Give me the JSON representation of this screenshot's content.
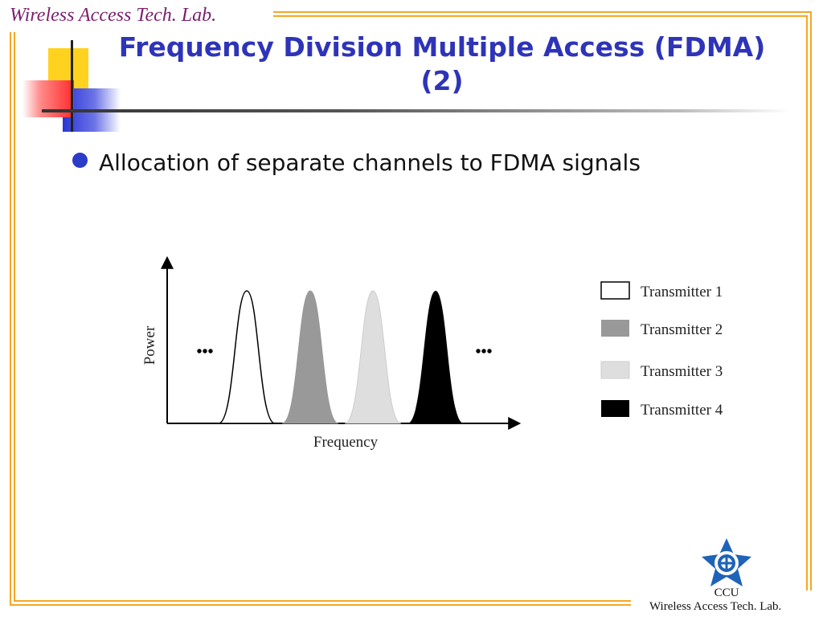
{
  "header": {
    "lab_label": "Wireless Access Tech. Lab.",
    "title_line1": "Frequency Division Multiple Access (FDMA)",
    "title_line2": "(2)"
  },
  "bullets": [
    {
      "text": "Allocation of separate channels to FDMA signals"
    }
  ],
  "figure": {
    "y_axis_label": "Power",
    "x_axis_label": "Frequency",
    "left_ellipsis": "•••",
    "right_ellipsis": "•••",
    "legend": [
      {
        "label": "Transmitter 1",
        "color": "#ffffff"
      },
      {
        "label": "Transmitter 2",
        "color": "#999999"
      },
      {
        "label": "Transmitter 3",
        "color": "#dedede"
      },
      {
        "label": "Transmitter 4",
        "color": "#000000"
      }
    ]
  },
  "footer": {
    "org": "CCU",
    "lab": "Wireless Access Tech. Lab."
  },
  "colors": {
    "frame": "#f5a623",
    "title": "#2e34b8",
    "bullet": "#2b3cc8",
    "lab_top": "#7a1f6e",
    "logo": "#1e63b8"
  }
}
